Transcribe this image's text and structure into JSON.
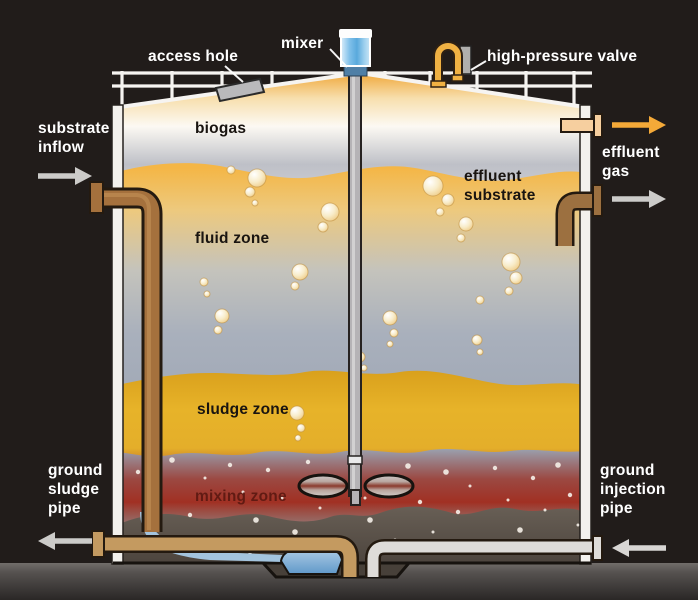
{
  "labels": {
    "access_hole": "access hole",
    "mixer": "mixer",
    "high_pressure_valve": "high-pressure valve",
    "substrate_inflow": "substrate\ninflow",
    "biogas": "biogas",
    "fluid_zone": "fluid zone",
    "effluent_substrate": "effluent\nsubstrate",
    "effluent_gas": "effluent\ngas",
    "sludge_zone": "sludge zone",
    "mixing_zone": "mixing zone",
    "ground_sludge_pipe": "ground\nsludge\npipe",
    "ground_injection_pipe": "ground\ninjection\npipe"
  },
  "colors": {
    "background": "#211c1a",
    "biogas_gold": "#f0a83a",
    "tank_silver": "#c9cbd1",
    "fluid_blue_gray": "#9aa2b0",
    "sludge_gold": "#e4ac24",
    "mixing_red": "#9c3226",
    "sediment_brown": "#5d554c",
    "pipe_brown": "#a5713d",
    "sludge_pipe_tan": "#c49a60",
    "injection_pipe_gray": "#dedcd9",
    "gas_pipe_tan": "#f6cf9f",
    "water_blue": "#7fb2d8",
    "arrow_gray": "#cccbc9",
    "arrow_orange": "#f4a938",
    "mixer_blue": "#6fb6e4",
    "label_white": "#ffffff",
    "label_black": "#191410",
    "label_maroon": "#54150e"
  }
}
